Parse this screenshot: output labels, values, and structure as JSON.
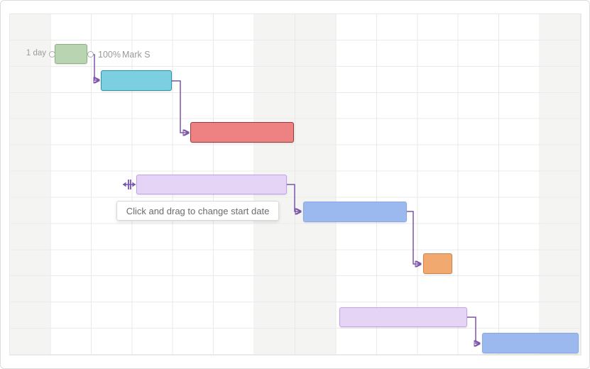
{
  "gantt": {
    "tooltip": {
      "text": "Click and drag to change start date"
    },
    "selected_task": {
      "duration_label": "1 day",
      "progress_label": "100%",
      "assignee_label": "Mark S"
    },
    "tasks": [
      {
        "id": "task-1",
        "color_name": "green",
        "fill": "#b9d4b1",
        "border": "#8caf85"
      },
      {
        "id": "task-2",
        "color_name": "teal",
        "fill": "#7ccfe0",
        "border": "#2e93a8"
      },
      {
        "id": "task-3",
        "color_name": "red",
        "fill": "#ee8282",
        "border": "#8f3f3e"
      },
      {
        "id": "task-4",
        "color_name": "lavender",
        "fill": "#e5d4f6",
        "border": "#c2a3e8"
      },
      {
        "id": "task-5",
        "color_name": "blue",
        "fill": "#9cb9ef",
        "border": "#88a7e6"
      },
      {
        "id": "task-6",
        "color_name": "orange",
        "fill": "#f2a96f",
        "border": "#c98647"
      },
      {
        "id": "task-7",
        "color_name": "lavender",
        "fill": "#e5d4f6",
        "border": "#c2a3e8"
      },
      {
        "id": "task-8",
        "color_name": "blue",
        "fill": "#9cb9ef",
        "border": "#88a7e6"
      }
    ],
    "dependencies": [
      "task-1 -> task-2",
      "task-2 -> task-3",
      "task-4 -> task-5",
      "task-5 -> task-6",
      "task-7 -> task-8"
    ],
    "colors": {
      "dependency_line": "#7d55aa",
      "weekend_shade": "#f4f5f3",
      "grid_line": "#e9e9e9",
      "label_text": "#9a9a9a",
      "tooltip_text": "#6b6b6b"
    }
  }
}
